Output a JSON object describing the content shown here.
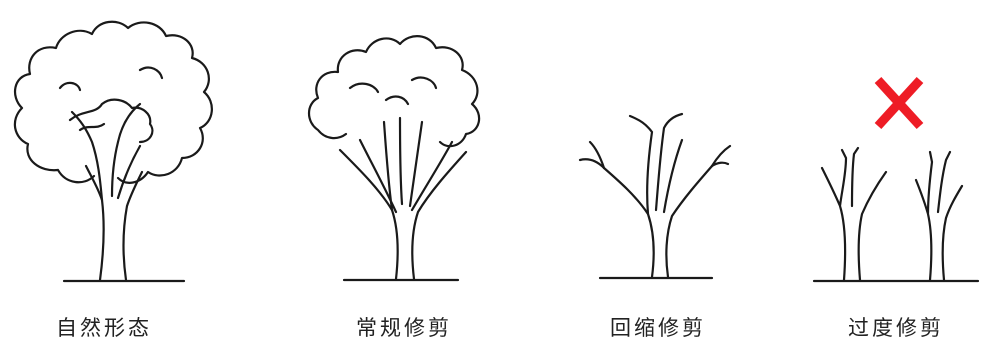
{
  "panels": [
    {
      "caption": "自然形态"
    },
    {
      "caption": "常规修剪"
    },
    {
      "caption": "回缩修剪"
    },
    {
      "caption": "过度修剪"
    }
  ],
  "marks": {
    "wrong_mark_icon": "red-cross-icon",
    "wrong_mark_color": "#ee1c25"
  },
  "colors": {
    "line": "#1a1a1a",
    "background": "#ffffff"
  }
}
